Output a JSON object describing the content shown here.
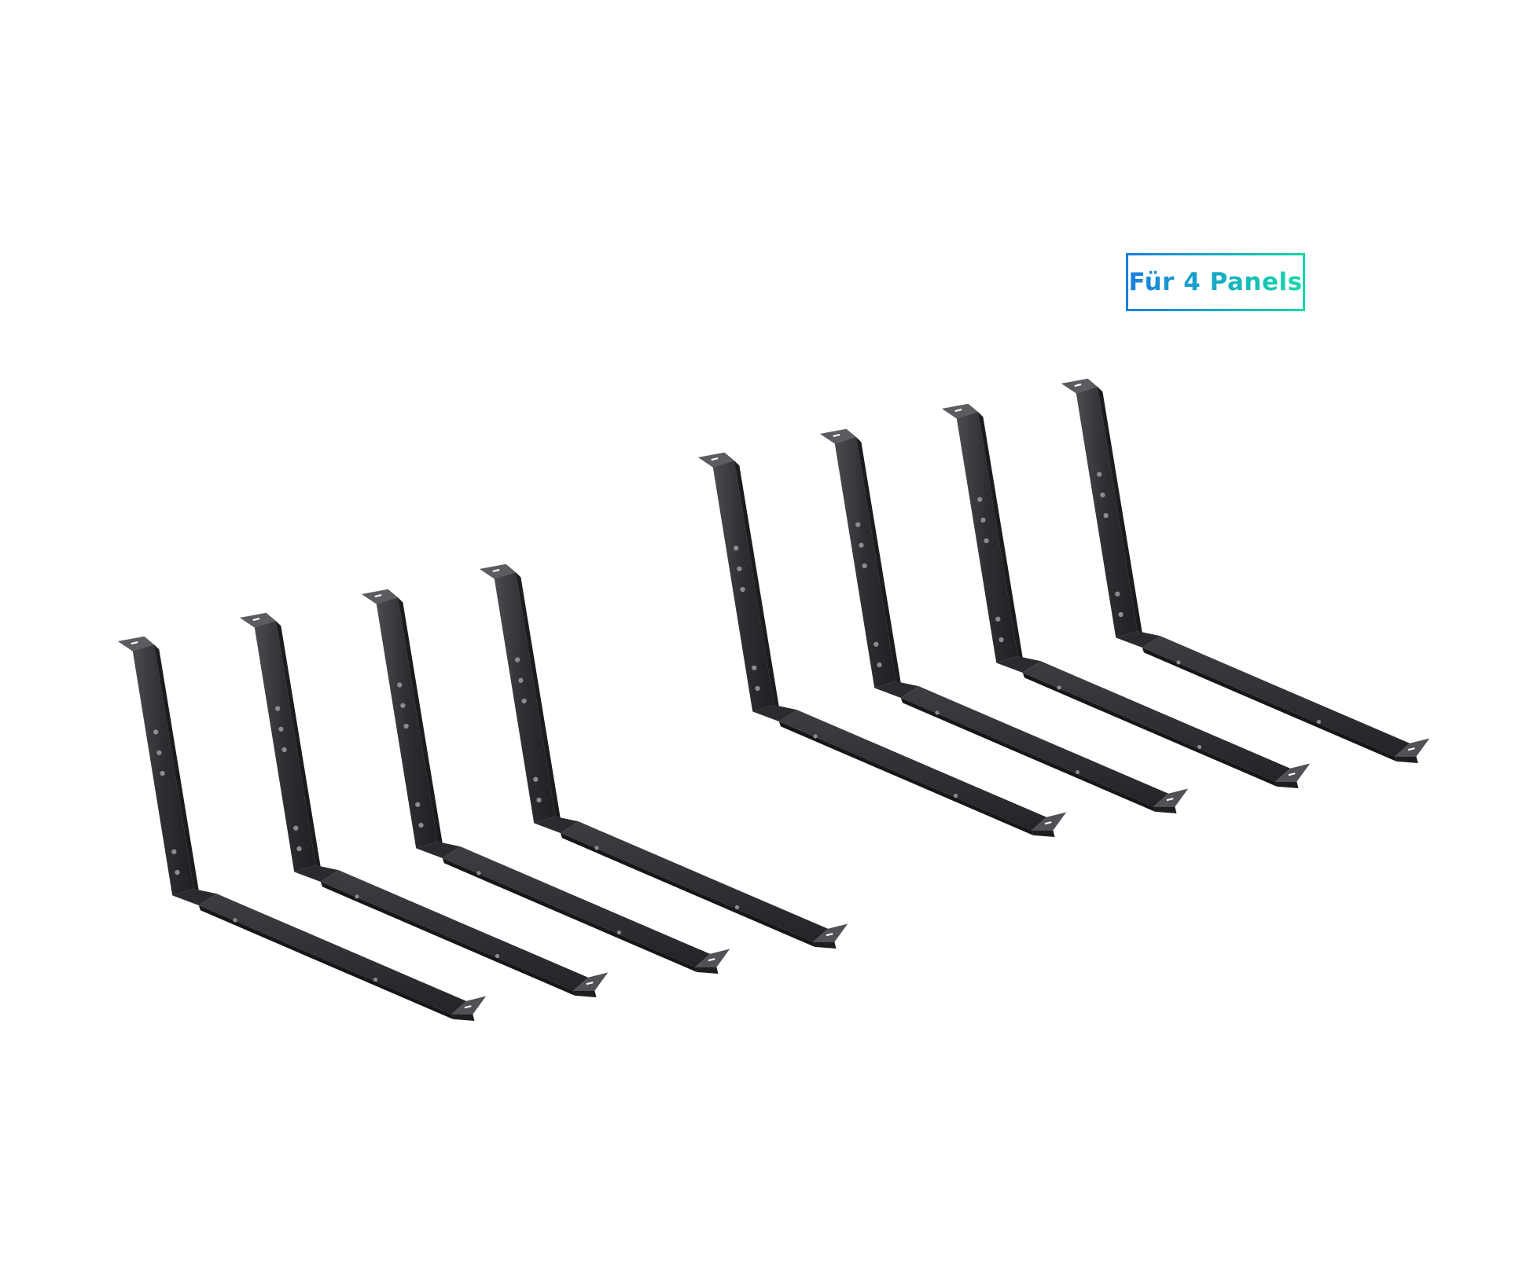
{
  "badge": {
    "text": "Für 4 Panels",
    "gradient_start": "#1a7fe0",
    "gradient_end": "#14d9a8"
  },
  "product": {
    "name": "mounting-bracket",
    "count": 8,
    "color": "#333538"
  }
}
